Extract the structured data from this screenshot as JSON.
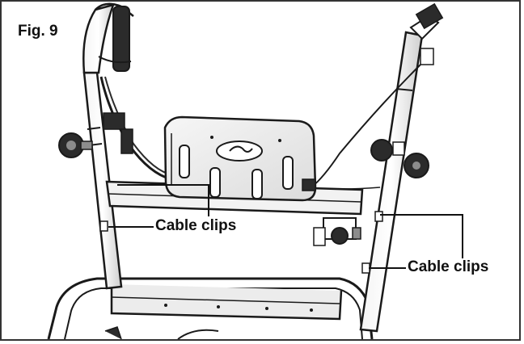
{
  "figure": {
    "label": "Fig. 9"
  },
  "callouts": [
    {
      "id": "left",
      "text": "Cable clips"
    },
    {
      "id": "right",
      "text": "Cable clips"
    }
  ],
  "colors": {
    "ink": "#1a1a1a",
    "light": "#d9d9d9",
    "mid": "#8c8c8c",
    "dark": "#2b2b2b"
  }
}
